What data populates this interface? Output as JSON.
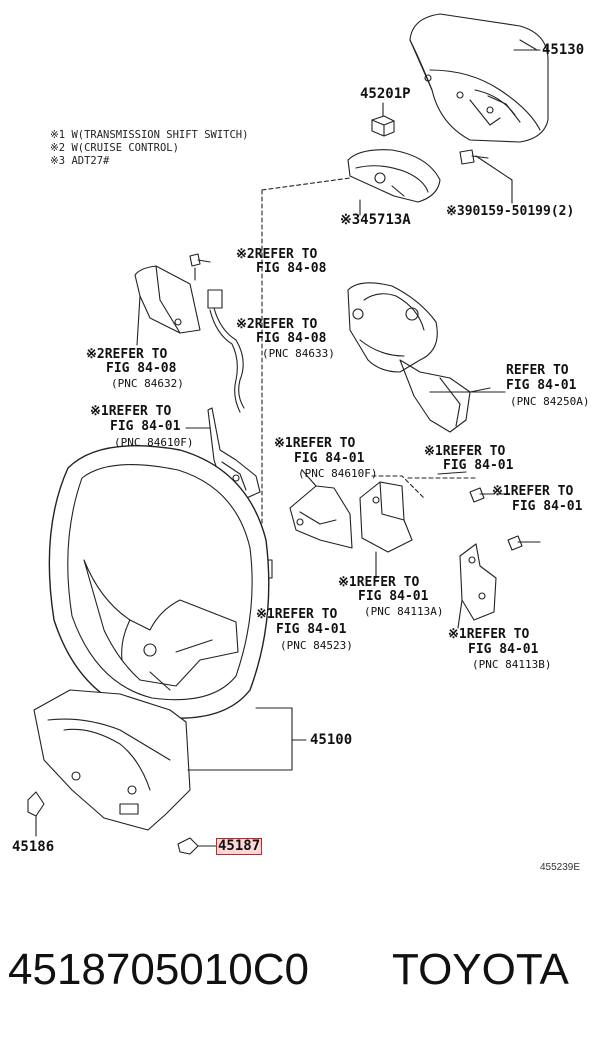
{
  "notes": [
    "※1 W(TRANSMISSION SHIFT SWITCH)",
    "※2 W(CRUISE CONTROL)",
    "※3 ADT27#"
  ],
  "parts": {
    "p45130": "45130",
    "p45201p": "45201P",
    "p45713a": "※345713A",
    "p90159": "※390159-50199(2)",
    "p45100": "45100",
    "p45186": "45186",
    "p45187": "45187"
  },
  "refs": [
    {
      "id": "ref-cruise-screw",
      "l1": "※2REFER TO",
      "l2": "FIG 84-08",
      "l3": ""
    },
    {
      "id": "ref-cruise-wire",
      "l1": "※2REFER TO",
      "l2": "FIG 84-08",
      "l3": "(PNC 84633)"
    },
    {
      "id": "ref-cruise-switch",
      "l1": "※2REFER TO",
      "l2": "FIG 84-08",
      "l3": "(PNC 84632)"
    },
    {
      "id": "ref-84250a",
      "l1": "REFER TO",
      "l2": "FIG 84-01",
      "l3": "(PNC 84250A)"
    },
    {
      "id": "ref-84610f-left",
      "l1": "※1REFER TO",
      "l2": "FIG 84-01",
      "l3": "(PNC 84610F)"
    },
    {
      "id": "ref-84610f-mid",
      "l1": "※1REFER TO",
      "l2": "FIG 84-01",
      "l3": "(PNC 84610F)"
    },
    {
      "id": "ref-screw-right-1",
      "l1": "※1REFER TO",
      "l2": "FIG 84-01",
      "l3": ""
    },
    {
      "id": "ref-screw-right-2",
      "l1": "※1REFER TO",
      "l2": "FIG 84-01",
      "l3": ""
    },
    {
      "id": "ref-84113a",
      "l1": "※1REFER TO",
      "l2": "FIG 84-01",
      "l3": "(PNC 84113A)"
    },
    {
      "id": "ref-84523",
      "l1": "※1REFER TO",
      "l2": "FIG 84-01",
      "l3": "(PNC 84523)"
    },
    {
      "id": "ref-84113b",
      "l1": "※1REFER TO",
      "l2": "FIG 84-01",
      "l3": "(PNC 84113B)"
    }
  ],
  "figure_id": "455239E",
  "footer": {
    "part_number": "4518705010C0",
    "brand": "TOYOTA"
  },
  "colors": {
    "highlight_border": "#d21f1f",
    "line": "#222222"
  }
}
